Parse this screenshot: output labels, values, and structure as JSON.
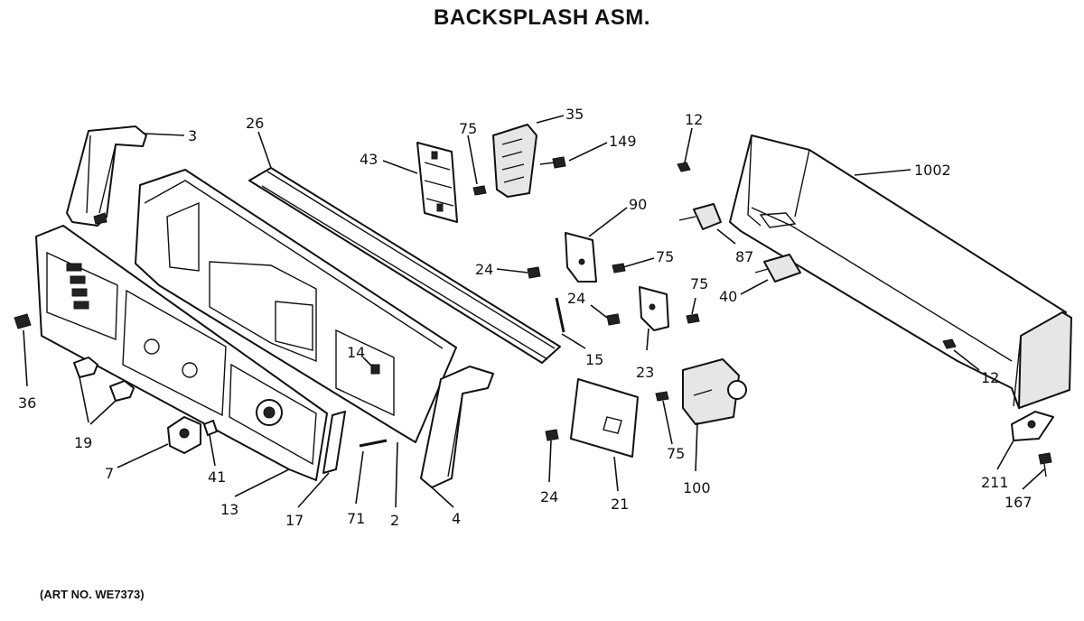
{
  "title": "BACKSPLASH ASM.",
  "art_no": "(ART NO. WE7373)",
  "callouts": {
    "p3": "3",
    "p26": "26",
    "p43": "43",
    "p75a": "75",
    "p35": "35",
    "p149": "149",
    "p12a": "12",
    "p1002": "1002",
    "p90": "90",
    "p87": "87",
    "p24a": "24",
    "p75b": "75",
    "p24b": "24",
    "p75c": "75",
    "p40": "40",
    "p15": "15",
    "p14": "14",
    "p23": "23",
    "p12b": "12",
    "p36": "36",
    "p19": "19",
    "p7": "7",
    "p41": "41",
    "p13": "13",
    "p17": "17",
    "p71": "71",
    "p2": "2",
    "p4": "4",
    "p24c": "24",
    "p21": "21",
    "p75d": "75",
    "p100": "100",
    "p211": "211",
    "p167": "167"
  }
}
